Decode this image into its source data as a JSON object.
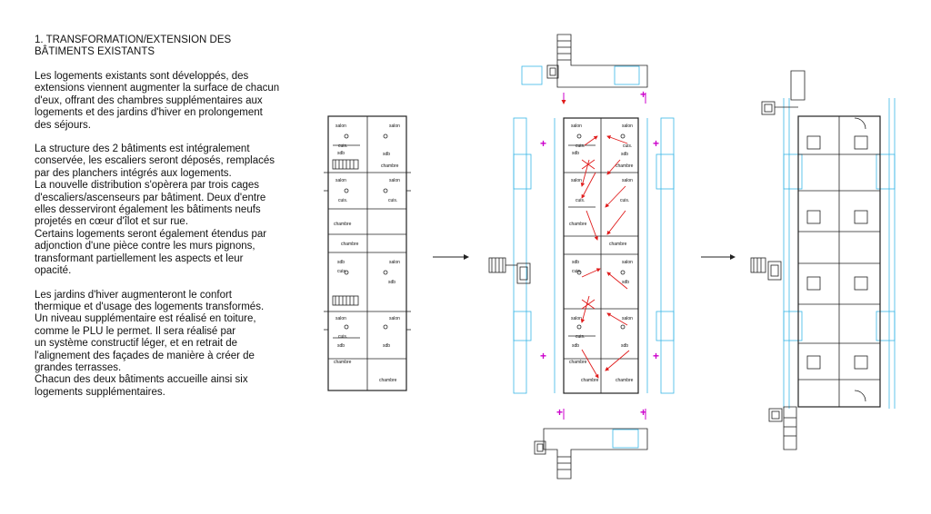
{
  "heading": [
    "1. TRANSFORMATION/EXTENSION DES",
    "BÂTIMENTS EXISTANTS"
  ],
  "paragraphs": [
    [
      "Les logements existants sont développés, des",
      "extensions viennent augmenter la surface de chacun",
      "d'eux, offrant des chambres supplémentaires aux",
      "logements et des jardins d'hiver en prolongement",
      "des séjours."
    ],
    [
      "La structure des 2 bâtiments est intégralement",
      "conservée, les escaliers seront déposés, remplacés",
      "par des planchers intégrés aux logements.",
      "La nouvelle distribution s'opèrera par trois cages",
      "d'escaliers/ascenseurs par bâtiment. Deux d'entre",
      "elles desserviront également les bâtiments neufs",
      "projetés en cœur d'îlot et sur rue.",
      "Certains logements seront également étendus par",
      "adjonction d'une pièce contre les murs pignons,",
      "transformant partiellement les aspects et leur",
      "opacité."
    ],
    [
      "Les jardins d'hiver augmenteront le confort",
      "thermique et d'usage des logements transformés.",
      "Un niveau supplémentaire est réalisé en toiture,",
      "comme le PLU le permet. Il sera réalisé par",
      "un système constructif léger, et en retrait de",
      "l'alignement des façades de manière à créer de",
      "grandes terrasses.",
      "Chacun des deux bâtiments accueille ainsi six",
      "logements supplémentaires."
    ]
  ],
  "plan_labels": {
    "salon": "salon",
    "cuis": "cuis.",
    "sdb": "sdb",
    "chambre": "chambre"
  },
  "markers": {
    "plus": "+"
  },
  "colors": {
    "line": "#222222",
    "cyan": "#39b6e6",
    "red": "#e01b1b",
    "magenta": "#cc00cc"
  }
}
